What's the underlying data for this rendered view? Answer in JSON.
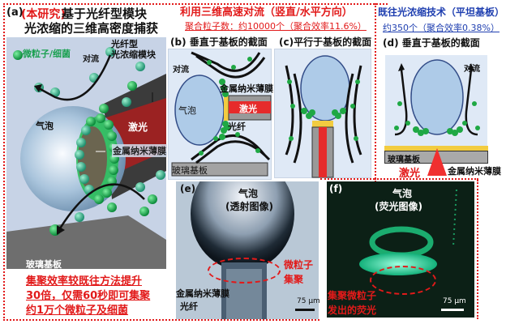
{
  "panel_a": {
    "label": "(a)",
    "tag": "(本研究)",
    "title_line1": "基于光纤型模块",
    "title_line2": "光浓缩的三维高密度捕获",
    "legend_particle": "微粒子/细菌",
    "convection": "对流",
    "module_line1": "光纤型",
    "module_line2": "光浓缩模块",
    "bubble": "气泡",
    "laser": "激光",
    "metal_film": "金属纳米薄膜",
    "glass": "玻璃基板",
    "result_line1": "集聚效率较既往方法提升",
    "result_line2": "30倍，仅需60秒即可集聚",
    "result_line3": "约1万个微粒子及细菌"
  },
  "header_bc": {
    "title": "利用三维高速对流（竖直/水平方向）",
    "subtitle": "聚合粒子数：约10000个（聚合效率11.6%）"
  },
  "panel_b": {
    "label": "(b) 垂直于基板的截面",
    "convection": "对流",
    "metal_film": "金属纳米薄膜",
    "bubble": "气泡",
    "laser": "激光",
    "fiber": "光纤",
    "glass": "玻璃基板"
  },
  "panel_c": {
    "label": "(c)平行于基板的截面"
  },
  "panel_d": {
    "header": "既往光浓缩技术（平坦基板）",
    "subheader": "约350个（聚合效率0.38%）",
    "label": "(d) 垂直于基板的截面",
    "convection": "对流",
    "glass": "玻璃基板",
    "laser": "激光",
    "metal_film": "金属纳米薄膜"
  },
  "panel_e": {
    "label": "(e)",
    "bubble_line1": "气泡",
    "bubble_line2": "(透射图像)",
    "particles_line1": "微粒子",
    "particles_line2": "集聚",
    "metal_film": "金属纳米薄膜",
    "fiber": "光纤",
    "scale": "75 μm"
  },
  "panel_f": {
    "label": "(f)",
    "bubble_line1": "气泡",
    "bubble_line2": "(荧光图像)",
    "caption_line1": "集聚微粒子",
    "caption_line2": "发出的荧光",
    "scale": "75 μm"
  },
  "colors": {
    "accent_red": "#e21a1a",
    "accent_blue": "#1f3fb0",
    "particle_green": "#1fa844",
    "panel_bg": "#dfe9f6"
  }
}
